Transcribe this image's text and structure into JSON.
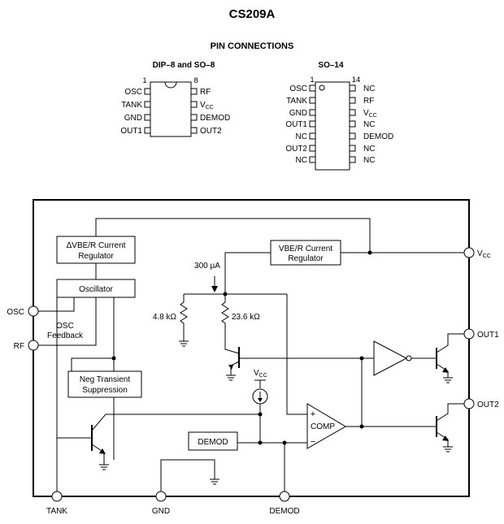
{
  "title": "CS209A",
  "subtitle": "PIN CONNECTIONS",
  "dip": {
    "label": "DIP–8 and SO–8",
    "pin_first": "1",
    "pin_last": "8",
    "left_pins": [
      "OSC",
      "TANK",
      "GND",
      "OUT1"
    ],
    "right_pins": [
      {
        "main": "RF",
        "sub": ""
      },
      {
        "main": "V",
        "sub": "CC"
      },
      {
        "main": "DEMOD",
        "sub": ""
      },
      {
        "main": "OUT2",
        "sub": ""
      }
    ]
  },
  "so14": {
    "label": "SO–14",
    "pin_first": "1",
    "pin_last": "14",
    "left_pins": [
      "OSC",
      "TANK",
      "GND",
      "OUT1",
      "NC",
      "OUT2",
      "NC"
    ],
    "right_pins": [
      {
        "main": "NC",
        "sub": ""
      },
      {
        "main": "RF",
        "sub": ""
      },
      {
        "main": "V",
        "sub": "CC"
      },
      {
        "main": "NC",
        "sub": ""
      },
      {
        "main": "DEMOD",
        "sub": ""
      },
      {
        "main": "NC",
        "sub": ""
      },
      {
        "main": "NC",
        "sub": ""
      }
    ]
  },
  "schematic": {
    "blocks": {
      "dvbe_line1": "ΔVBE/R Current",
      "dvbe_line2": "Regulator",
      "vbe_line1": "VBE/R Current",
      "vbe_line2": "Regulator",
      "oscillator": "Oscillator",
      "neg_line1": "Neg Transient",
      "neg_line2": "Suppression",
      "demod": "DEMOD",
      "comp": "COMP",
      "comp_plus": "+",
      "comp_minus": "−"
    },
    "labels": {
      "current": "300 µA",
      "r1": "4.8 kΩ",
      "r2": "23.6 kΩ",
      "osc_fb_line1": "OSC",
      "osc_fb_line2": "Feedback",
      "vcc_main": "V",
      "vcc_sub": "CC"
    },
    "pins": {
      "osc": "OSC",
      "rf": "RF",
      "vcc_main": "V",
      "vcc_sub": "CC",
      "out1": "OUT1",
      "out2": "OUT2",
      "tank": "TANK",
      "gnd": "GND",
      "demod": "DEMOD"
    }
  }
}
